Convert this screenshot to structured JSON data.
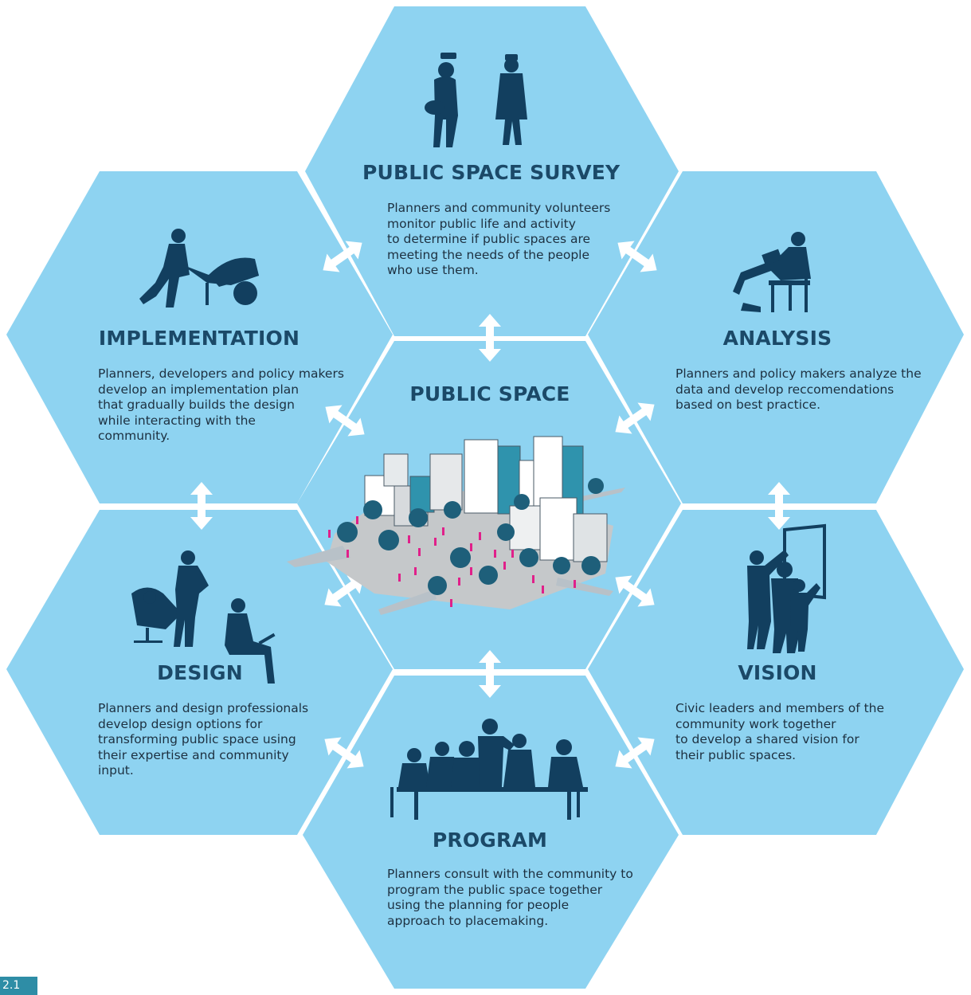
{
  "hexagons": {
    "survey": {
      "title": "PUBLIC SPACE SURVEY",
      "description": "Planners and community volunteers\nmonitor public life and activity\nto determine if public spaces are\nmeeting the needs of the people\nwho use them.",
      "icon": "photographers-silhouette-icon"
    },
    "implementation": {
      "title": "IMPLEMENTATION",
      "description": "Planners, developers and policy makers\ndevelop an implementation plan\nthat  gradually builds the design\nwhile interacting with the\ncommunity.",
      "icon": "wheelbarrow-worker-icon"
    },
    "analysis": {
      "title": "ANALYSIS",
      "description": "Planners and policy makers analyze the\ndata and develop reccomendations\nbased on best practice.",
      "icon": "seated-reader-icon"
    },
    "center": {
      "title": "PUBLIC SPACE",
      "icon": "city-block-illustration"
    },
    "design": {
      "title": "DESIGN",
      "description": "Planners and design professionals\ndevelop design options for\ntransforming public space using\ntheir expertise and community\ninput.",
      "icon": "design-team-silhouette-icon"
    },
    "vision": {
      "title": "VISION",
      "description": "Civic leaders and members of the\ncommunity  work together\nto develop a shared vision for\ntheir public spaces.",
      "icon": "group-at-board-icon"
    },
    "program": {
      "title": "PROGRAM",
      "description": "Planners consult with the community to\nprogram the public space together\nusing the planning for people\napproach to placemaking.",
      "icon": "meeting-table-icon"
    }
  },
  "figure_label": "2.1",
  "colors": {
    "hex_fill": "#8ed3f1",
    "separator": "#ffffff",
    "silhouette": "#123f5f",
    "title": "#1b4968",
    "people_accent": "#e0208a",
    "label_bg": "#2e8da6"
  }
}
